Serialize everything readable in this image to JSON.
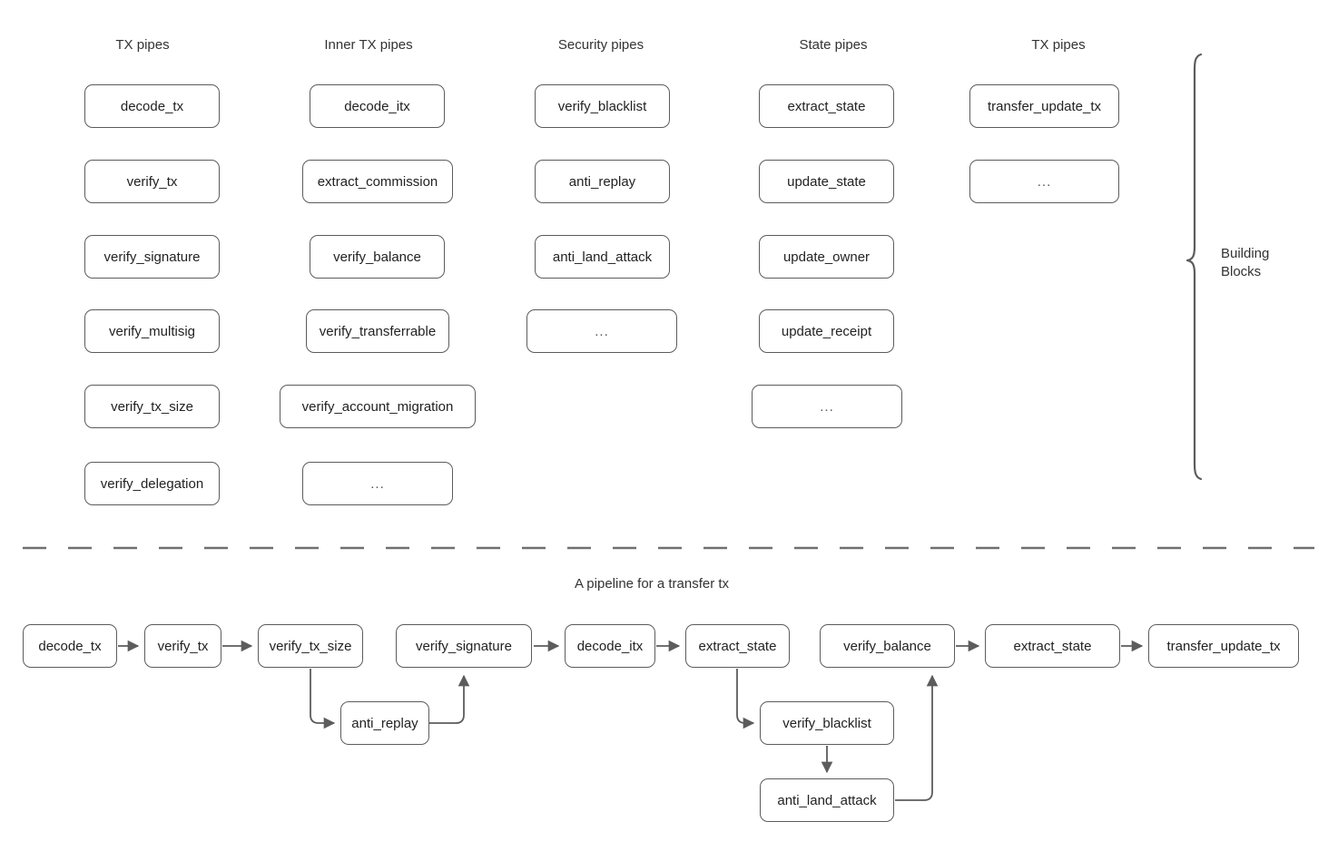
{
  "diagram": {
    "title_bottom": "A pipeline for a transfer tx",
    "brace_label_line1": "Building",
    "brace_label_line2": "Blocks",
    "colors": {
      "node_border": "#5c5c5c",
      "node_fill": "#ffffff",
      "text": "#333333",
      "edge": "#5c5c5c",
      "divider": "#707070",
      "background": "#ffffff"
    }
  },
  "columns": [
    {
      "header": "TX pipes",
      "nodes": [
        {
          "label": "decode_tx"
        },
        {
          "label": "verify_tx"
        },
        {
          "label": "verify_signature"
        },
        {
          "label": "verify_multisig"
        },
        {
          "label": "verify_tx_size"
        },
        {
          "label": "verify_delegation"
        }
      ]
    },
    {
      "header": "Inner TX pipes",
      "nodes": [
        {
          "label": "decode_itx"
        },
        {
          "label": "extract_commission"
        },
        {
          "label": "verify_balance"
        },
        {
          "label": "verify_transferrable"
        },
        {
          "label": "verify_account_migration"
        },
        {
          "label": "..."
        }
      ]
    },
    {
      "header": "Security pipes",
      "nodes": [
        {
          "label": "verify_blacklist"
        },
        {
          "label": "anti_replay"
        },
        {
          "label": "anti_land_attack"
        },
        {
          "label": "..."
        }
      ]
    },
    {
      "header": "State pipes",
      "nodes": [
        {
          "label": "extract_state"
        },
        {
          "label": "update_state"
        },
        {
          "label": "update_owner"
        },
        {
          "label": "update_receipt"
        },
        {
          "label": "..."
        }
      ]
    },
    {
      "header": "TX pipes",
      "nodes": [
        {
          "label": "transfer_update_tx"
        },
        {
          "label": "..."
        }
      ]
    }
  ],
  "pipeline": {
    "main_row": [
      {
        "label": "decode_tx"
      },
      {
        "label": "verify_tx"
      },
      {
        "label": "verify_tx_size"
      },
      {
        "label": "verify_signature"
      },
      {
        "label": "decode_itx"
      },
      {
        "label": "extract_state"
      },
      {
        "label": "verify_balance"
      },
      {
        "label": "extract_state"
      },
      {
        "label": "transfer_update_tx"
      }
    ],
    "branch_nodes": [
      {
        "label": "anti_replay"
      },
      {
        "label": "verify_blacklist"
      },
      {
        "label": "anti_land_attack"
      }
    ]
  }
}
